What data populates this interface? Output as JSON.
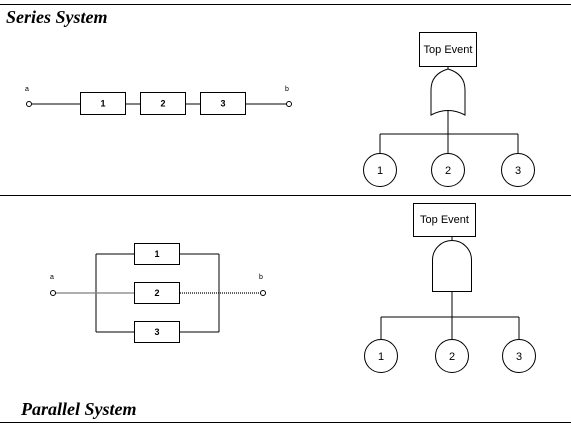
{
  "series": {
    "title": "Series System",
    "terminal_a": "a",
    "terminal_b": "b",
    "blocks": [
      "1",
      "2",
      "3"
    ],
    "gate": "or",
    "top_event": "Top Event",
    "events": [
      "1",
      "2",
      "3"
    ]
  },
  "parallel": {
    "title": "Parallel System",
    "terminal_a": "a",
    "terminal_b": "b",
    "blocks": [
      "1",
      "2",
      "3"
    ],
    "gate": "and",
    "top_event": "Top Event",
    "events": [
      "1",
      "2",
      "3"
    ]
  }
}
